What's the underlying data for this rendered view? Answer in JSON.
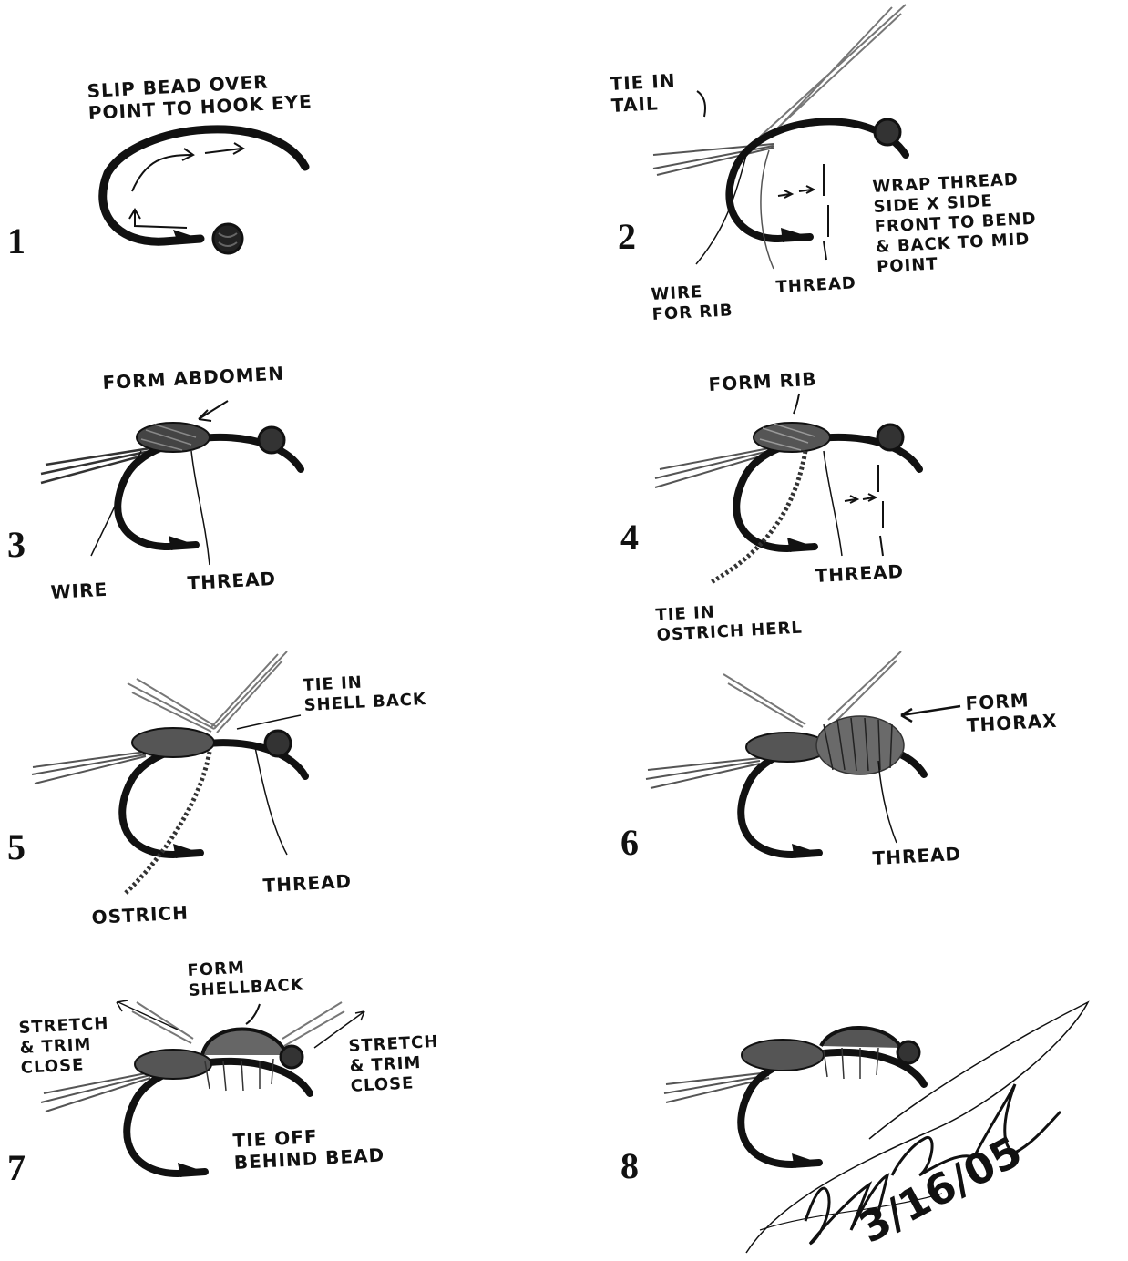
{
  "steps": [
    {
      "number": "1",
      "labels": {
        "main": "SLIP BEAD OVER\nPOINT TO HOOK EYE"
      }
    },
    {
      "number": "2",
      "labels": {
        "tail": "TIE IN\nTAIL",
        "wrap": "WRAP THREAD\nSIDE X SIDE\nFRONT TO BEND\n& BACK TO MID\nPOINT",
        "wire": "WIRE\nFOR RIB",
        "thread": "THREAD"
      }
    },
    {
      "number": "3",
      "labels": {
        "abdomen": "FORM ABDOMEN",
        "wire": "WIRE",
        "thread": "THREAD"
      }
    },
    {
      "number": "4",
      "labels": {
        "rib": "FORM RIB",
        "thread": "THREAD",
        "herl": "TIE IN\nOSTRICH HERL"
      }
    },
    {
      "number": "5",
      "labels": {
        "shellback": "TIE IN\nSHELL BACK",
        "thread": "THREAD",
        "ostrich": "OSTRICH"
      }
    },
    {
      "number": "6",
      "labels": {
        "thorax": "FORM\nTHORAX",
        "thread": "THREAD"
      }
    },
    {
      "number": "7",
      "labels": {
        "shellback": "FORM\nSHELLBACK",
        "stretch_left": "STRETCH\n& TRIM\nCLOSE",
        "stretch_right": "STRETCH\n& TRIM\nCLOSE",
        "tieoff": "TIE OFF\nBEHIND BEAD"
      }
    },
    {
      "number": "8",
      "labels": {
        "signature_date": "3/16/05"
      }
    }
  ],
  "colors": {
    "ink": "#111111",
    "tail": "#555555",
    "herl": "#333333"
  }
}
